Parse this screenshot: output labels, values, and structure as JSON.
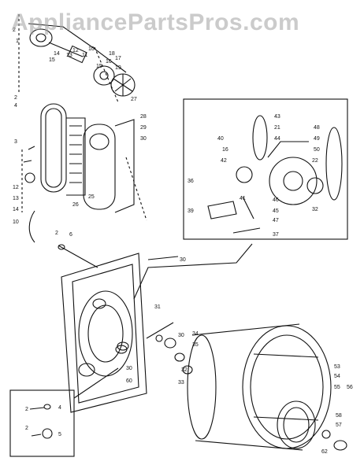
{
  "watermark": "AppliancePartsPros.com",
  "labels": [
    {
      "id": "l2a",
      "text": "2"
    },
    {
      "id": "l1a",
      "text": "1"
    },
    {
      "id": "l15a",
      "text": "15"
    },
    {
      "id": "l14a",
      "text": "14"
    },
    {
      "id": "l13a",
      "text": "13"
    },
    {
      "id": "l12a",
      "text": "12"
    },
    {
      "id": "l11a",
      "text": "11"
    },
    {
      "id": "l10a",
      "text": "10"
    },
    {
      "id": "l15b",
      "text": "15"
    },
    {
      "id": "l16",
      "text": "16"
    },
    {
      "id": "l17",
      "text": "17"
    },
    {
      "id": "l18",
      "text": "18"
    },
    {
      "id": "l19",
      "text": "19"
    },
    {
      "id": "l27",
      "text": "27"
    },
    {
      "id": "l2b",
      "text": "2"
    },
    {
      "id": "l4",
      "text": "4"
    },
    {
      "id": "l3",
      "text": "3"
    },
    {
      "id": "l12b",
      "text": "12"
    },
    {
      "id": "l13b",
      "text": "13"
    },
    {
      "id": "l14b",
      "text": "14"
    },
    {
      "id": "l10b",
      "text": "10"
    },
    {
      "id": "l26",
      "text": "26"
    },
    {
      "id": "l25",
      "text": "25"
    },
    {
      "id": "l28",
      "text": "28"
    },
    {
      "id": "l29",
      "text": "29"
    },
    {
      "id": "l30a",
      "text": "30"
    },
    {
      "id": "l6",
      "text": "6"
    },
    {
      "id": "l2c",
      "text": "2"
    },
    {
      "id": "l30b",
      "text": "30"
    },
    {
      "id": "l43",
      "text": "43"
    },
    {
      "id": "l21",
      "text": "21"
    },
    {
      "id": "l44",
      "text": "44"
    },
    {
      "id": "l40",
      "text": "40"
    },
    {
      "id": "l16b",
      "text": "16"
    },
    {
      "id": "l42",
      "text": "42"
    },
    {
      "id": "l48",
      "text": "48"
    },
    {
      "id": "l49",
      "text": "49"
    },
    {
      "id": "l50",
      "text": "50"
    },
    {
      "id": "l22",
      "text": "22"
    },
    {
      "id": "l36",
      "text": "36"
    },
    {
      "id": "l41",
      "text": "41"
    },
    {
      "id": "l39",
      "text": "39"
    },
    {
      "id": "l46",
      "text": "46"
    },
    {
      "id": "l45",
      "text": "45"
    },
    {
      "id": "l47",
      "text": "47"
    },
    {
      "id": "l37",
      "text": "37"
    },
    {
      "id": "l32",
      "text": "32"
    },
    {
      "id": "l31",
      "text": "31"
    },
    {
      "id": "l30c",
      "text": "30"
    },
    {
      "id": "l34",
      "text": "34"
    },
    {
      "id": "l35",
      "text": "35"
    },
    {
      "id": "l32b",
      "text": "32"
    },
    {
      "id": "l33",
      "text": "33"
    },
    {
      "id": "l53",
      "text": "53"
    },
    {
      "id": "l54",
      "text": "54"
    },
    {
      "id": "l55",
      "text": "55"
    },
    {
      "id": "l56",
      "text": "56"
    },
    {
      "id": "l58",
      "text": "58"
    },
    {
      "id": "l57",
      "text": "57"
    },
    {
      "id": "l62",
      "text": "62"
    },
    {
      "id": "l30d",
      "text": "30"
    },
    {
      "id": "l60",
      "text": "60"
    },
    {
      "id": "l2d",
      "text": "2"
    },
    {
      "id": "l4b",
      "text": "4"
    },
    {
      "id": "l2e",
      "text": "2"
    },
    {
      "id": "l5",
      "text": "5"
    }
  ]
}
